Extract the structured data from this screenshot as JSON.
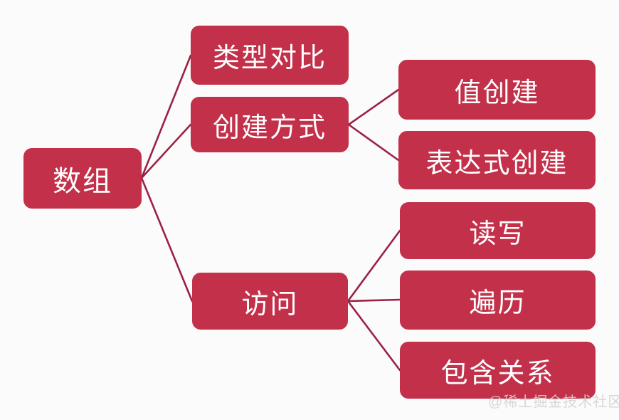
{
  "mindmap": {
    "root": {
      "label": "数组"
    },
    "branches": [
      {
        "label": "类型对比",
        "children": []
      },
      {
        "label": "创建方式",
        "children": [
          {
            "label": "值创建"
          },
          {
            "label": "表达式创建"
          }
        ]
      },
      {
        "label": "访问",
        "children": [
          {
            "label": "读写"
          },
          {
            "label": "遍历"
          },
          {
            "label": "包含关系"
          }
        ]
      }
    ]
  },
  "watermark": {
    "text": "@稀土掘金技术社区"
  },
  "colors": {
    "background": "#FCFBFB",
    "node_fill": "#C2304A",
    "node_text": "#FFFFFF",
    "edge": "#9B2143",
    "watermark_text": "#D6D2D2"
  }
}
